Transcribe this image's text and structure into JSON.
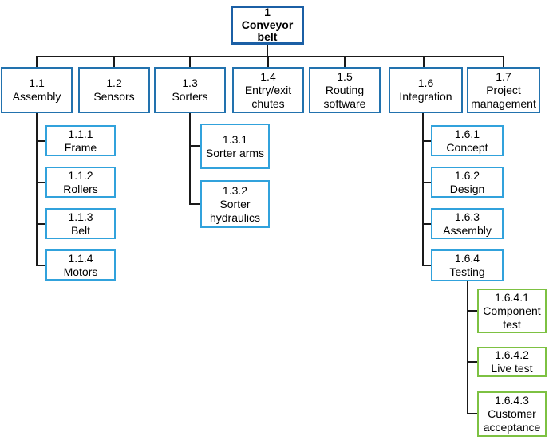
{
  "diagram_type": "work-breakdown-structure",
  "colors": {
    "root_border": "#1b5fa5",
    "branch_border": "#2272ae",
    "leaf_border": "#31a2dc",
    "accent_border": "#7dc142",
    "line_color": "#1a1a1a",
    "box_fill": "#ffffff",
    "text": "#000000"
  },
  "nodes": {
    "root": {
      "id": "1",
      "label": "Conveyor belt"
    },
    "n11": {
      "id": "1.1",
      "label": "Assembly"
    },
    "n12": {
      "id": "1.2",
      "label": "Sensors"
    },
    "n13": {
      "id": "1.3",
      "label": "Sorters"
    },
    "n14": {
      "id": "1.4",
      "label": "Entry/exit chutes"
    },
    "n15": {
      "id": "1.5",
      "label": "Routing software"
    },
    "n16": {
      "id": "1.6",
      "label": "Integration"
    },
    "n17": {
      "id": "1.7",
      "label": "Project management"
    },
    "n111": {
      "id": "1.1.1",
      "label": "Frame"
    },
    "n112": {
      "id": "1.1.2",
      "label": "Rollers"
    },
    "n113": {
      "id": "1.1.3",
      "label": "Belt"
    },
    "n114": {
      "id": "1.1.4",
      "label": "Motors"
    },
    "n131": {
      "id": "1.3.1",
      "label": "Sorter arms"
    },
    "n132": {
      "id": "1.3.2",
      "label": "Sorter hydraulics"
    },
    "n161": {
      "id": "1.6.1",
      "label": "Concept"
    },
    "n162": {
      "id": "1.6.2",
      "label": "Design"
    },
    "n163": {
      "id": "1.6.3",
      "label": "Assembly"
    },
    "n164": {
      "id": "1.6.4",
      "label": "Testing"
    },
    "n1641": {
      "id": "1.6.4.1",
      "label": "Component test"
    },
    "n1642": {
      "id": "1.6.4.2",
      "label": "Live test"
    },
    "n1643": {
      "id": "1.6.4.3",
      "label": "Customer acceptance"
    }
  }
}
